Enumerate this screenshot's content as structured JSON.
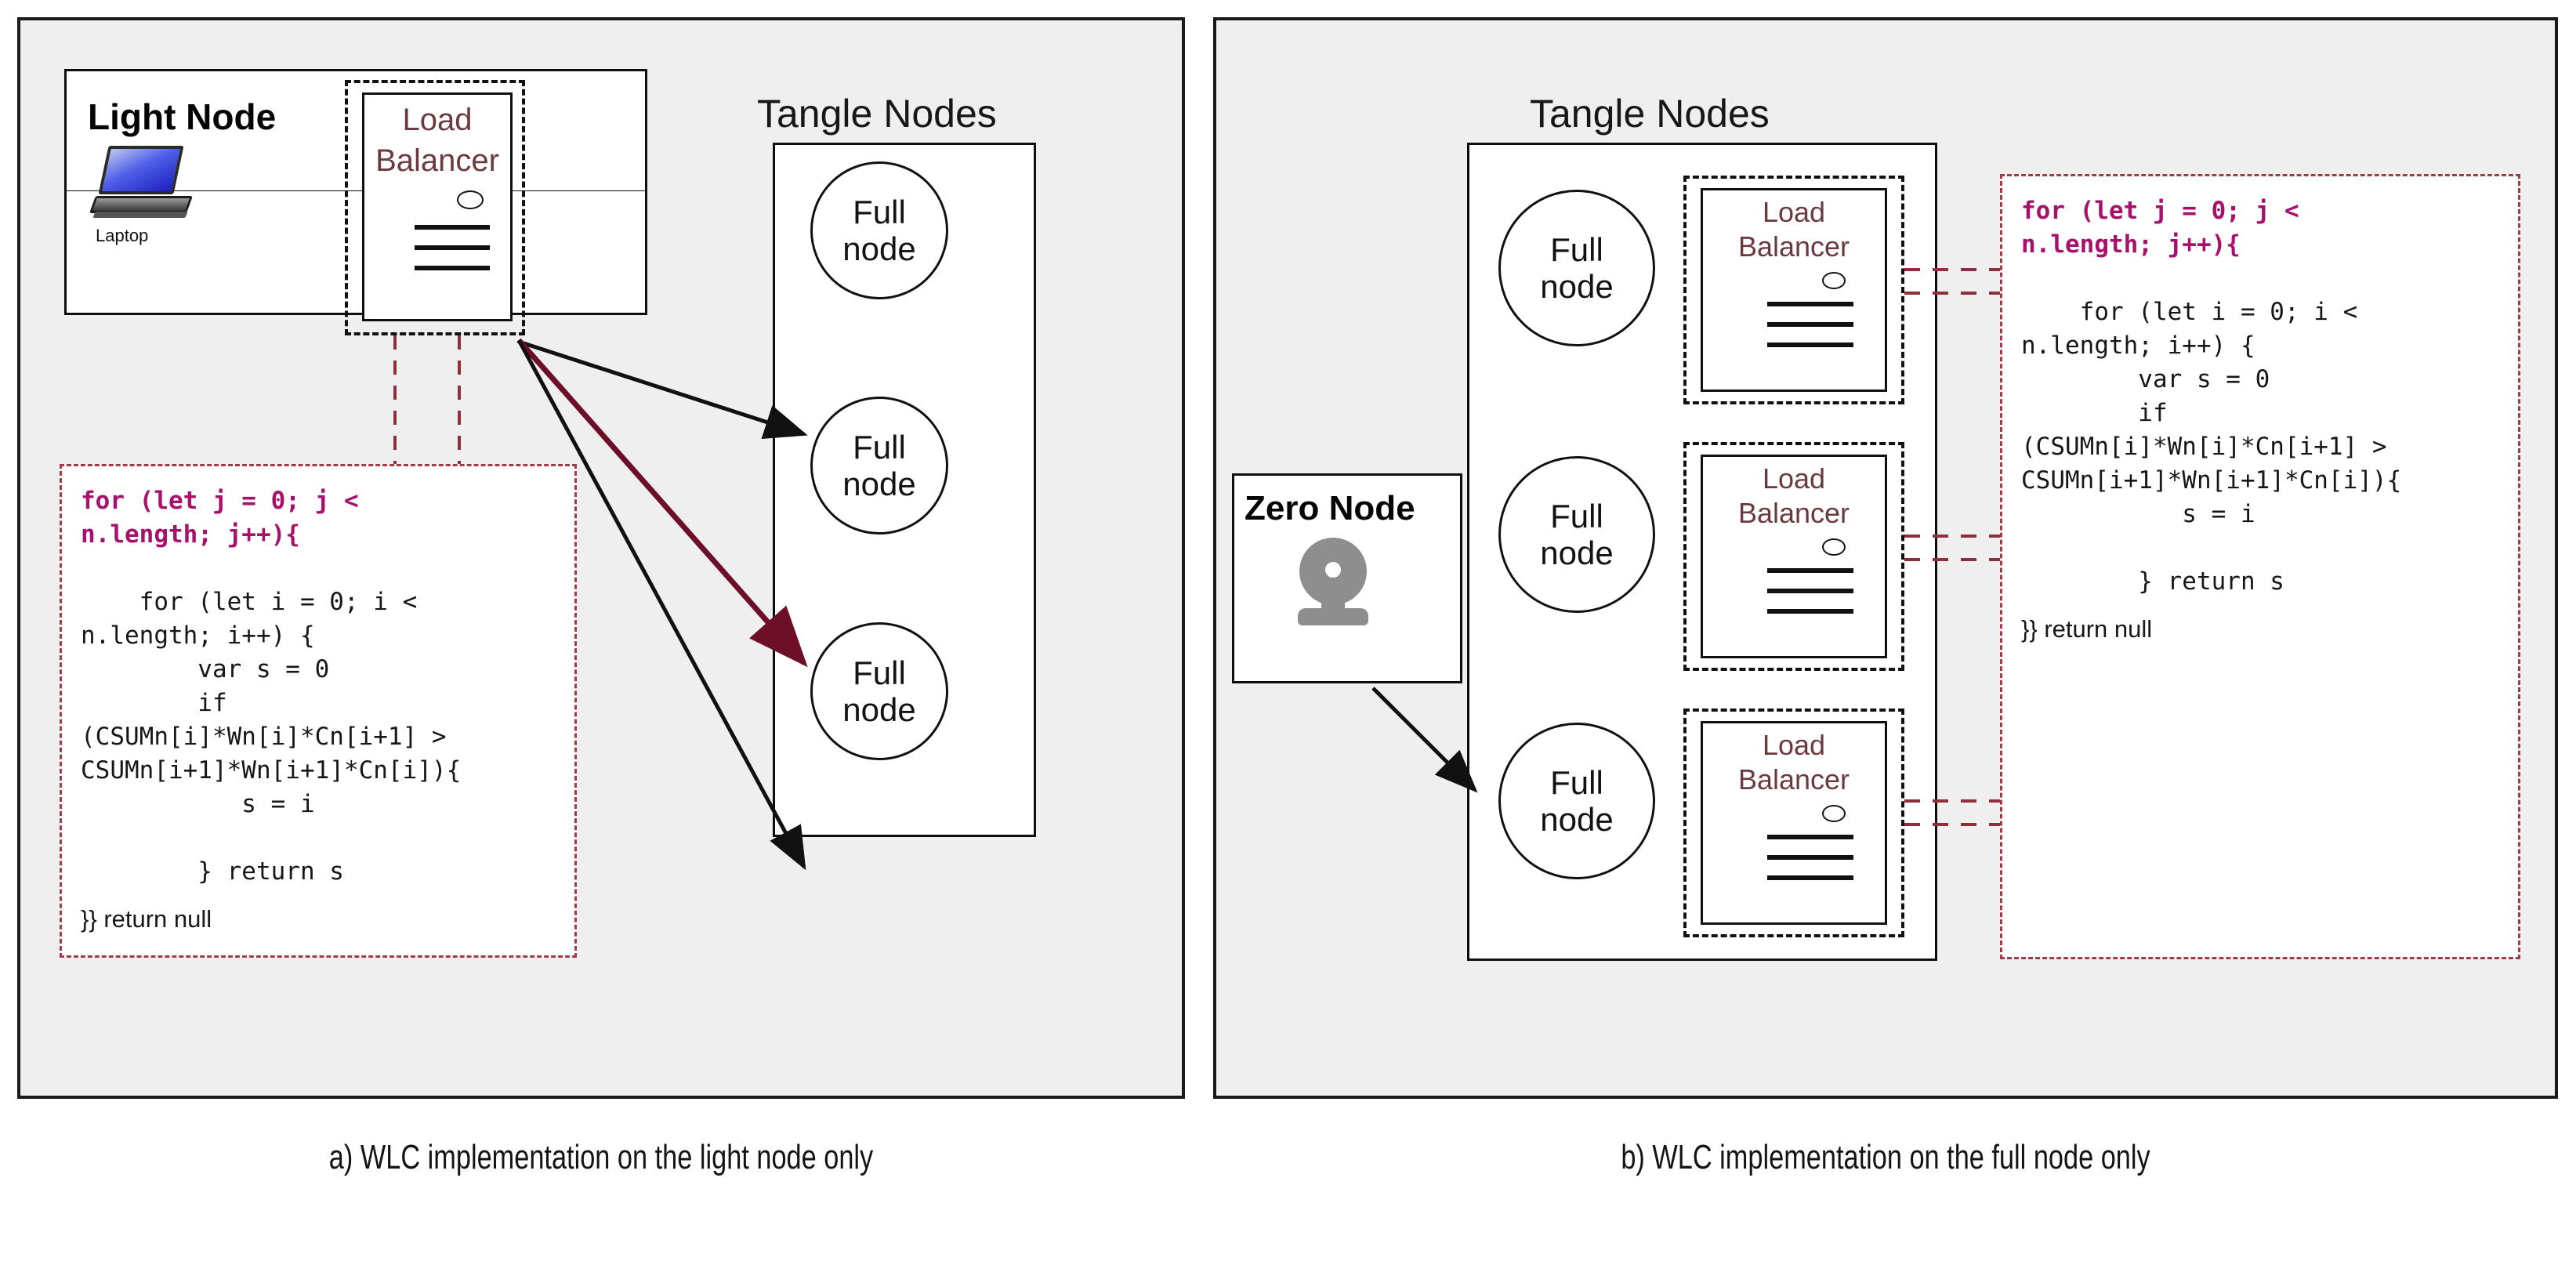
{
  "figure": {
    "panels": [
      {
        "id": "a",
        "caption": "a) WLC implementation on the light node only",
        "light_node": {
          "title": "Light Node",
          "device_icon": "laptop-icon",
          "device_label": "Laptop"
        },
        "load_balancer": {
          "line1": "Load",
          "line2": "Balancer",
          "icon": "server-stack-icon"
        },
        "tangle": {
          "title": "Tangle Nodes",
          "nodes": [
            {
              "line1": "Full",
              "line2": "node"
            },
            {
              "line1": "Full",
              "line2": "node"
            },
            {
              "line1": "Full",
              "line2": "node"
            }
          ]
        },
        "code": {
          "lines": [
            {
              "text": "for (let j = 0; j <",
              "highlight": true
            },
            {
              "text": "n.length; j++){",
              "highlight": true
            },
            {
              "text": "",
              "highlight": false
            },
            {
              "text": "    for (let i = 0; i <",
              "highlight": false
            },
            {
              "text": "n.length; i++) {",
              "highlight": false
            },
            {
              "text": "        var s = 0",
              "highlight": false
            },
            {
              "text": "        if",
              "highlight": false
            },
            {
              "text": "(CSUMn[i]*Wn[i]*Cn[i+1] >",
              "highlight": false
            },
            {
              "text": "CSUMn[i+1]*Wn[i+1]*Cn[i]){",
              "highlight": false
            },
            {
              "text": "           s = i",
              "highlight": false
            },
            {
              "text": "",
              "highlight": false
            },
            {
              "text": "        } return s",
              "highlight": false
            }
          ],
          "tail": "}} return null"
        }
      },
      {
        "id": "b",
        "caption": "b) WLC implementation on the full node only",
        "zero_node": {
          "title": "Zero Node",
          "device_icon": "webcam-icon"
        },
        "tangle": {
          "title": "Tangle Nodes",
          "nodes": [
            {
              "line1": "Full",
              "line2": "node"
            },
            {
              "line1": "Full",
              "line2": "node"
            },
            {
              "line1": "Full",
              "line2": "node"
            }
          ],
          "load_balancers": [
            {
              "line1": "Load",
              "line2": "Balancer",
              "icon": "server-stack-icon"
            },
            {
              "line1": "Load",
              "line2": "Balancer",
              "icon": "server-stack-icon"
            },
            {
              "line1": "Load",
              "line2": "Balancer",
              "icon": "server-stack-icon"
            }
          ]
        },
        "code": {
          "lines": [
            {
              "text": "for (let j = 0; j <",
              "highlight": true
            },
            {
              "text": "n.length; j++){",
              "highlight": true
            },
            {
              "text": "",
              "highlight": false
            },
            {
              "text": "    for (let i = 0; i <",
              "highlight": false
            },
            {
              "text": "n.length; i++) {",
              "highlight": false
            },
            {
              "text": "        var s = 0",
              "highlight": false
            },
            {
              "text": "        if",
              "highlight": false
            },
            {
              "text": "(CSUMn[i]*Wn[i]*Cn[i+1] >",
              "highlight": false
            },
            {
              "text": "CSUMn[i+1]*Wn[i+1]*Cn[i]){",
              "highlight": false
            },
            {
              "text": "           s = i",
              "highlight": false
            },
            {
              "text": "",
              "highlight": false
            },
            {
              "text": "        } return s",
              "highlight": false
            }
          ],
          "tail": "}} return null"
        }
      }
    ]
  },
  "colors": {
    "panel_bg": "#efefef",
    "code_border": "#a33b47",
    "code_highlight": "#a5116b",
    "load_balancer_text": "#6b3a3f",
    "arrow_black": "#111111",
    "arrow_maroon": "#6d0f26",
    "icon_gray": "#8e8e8e"
  }
}
